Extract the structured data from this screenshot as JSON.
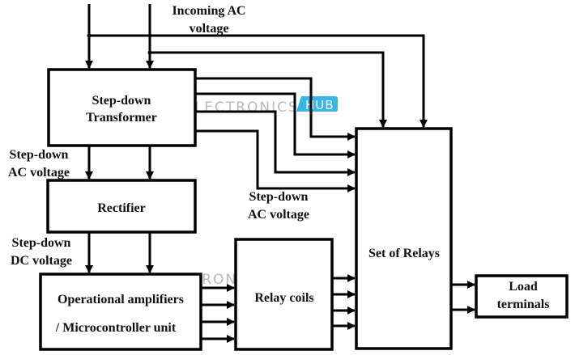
{
  "diagram": {
    "title": "Block diagram of automatic voltage/relay switching system",
    "blocks": {
      "transformer": [
        "Step-down",
        "Transformer"
      ],
      "rectifier": [
        "Rectifier"
      ],
      "controller": [
        "Operational amplifiers",
        "/ Microcontroller unit"
      ],
      "relay_coils": [
        "Relay coils"
      ],
      "relays": [
        "Set of Relays"
      ],
      "load": [
        "Load",
        "terminals"
      ]
    },
    "labels": {
      "incoming_ac": [
        "Incoming AC",
        "voltage"
      ],
      "stepdown_ac_left": [
        "Step-down",
        "AC voltage"
      ],
      "stepdown_ac_mid": [
        "Step-down",
        "AC voltage"
      ],
      "stepdown_dc": [
        "Step-down",
        "DC voltage"
      ]
    },
    "connections": [
      {
        "from": "incoming_ac",
        "to": "transformer",
        "count": 2
      },
      {
        "from": "incoming_ac",
        "to": "relays",
        "count": 2
      },
      {
        "from": "transformer",
        "to": "relays",
        "count": 4
      },
      {
        "from": "transformer",
        "to": "rectifier",
        "count": 2
      },
      {
        "from": "rectifier",
        "to": "controller",
        "count": 2
      },
      {
        "from": "controller",
        "to": "relay_coils",
        "count": 4
      },
      {
        "from": "relay_coils",
        "to": "relays",
        "count": 4
      },
      {
        "from": "relays",
        "to": "load",
        "count": 2
      }
    ],
    "watermark": {
      "text": "ELECTRONICS",
      "badge": "HUB",
      "badge_color": "#3ab5e6",
      "text_color": "#b9b9b9"
    }
  }
}
